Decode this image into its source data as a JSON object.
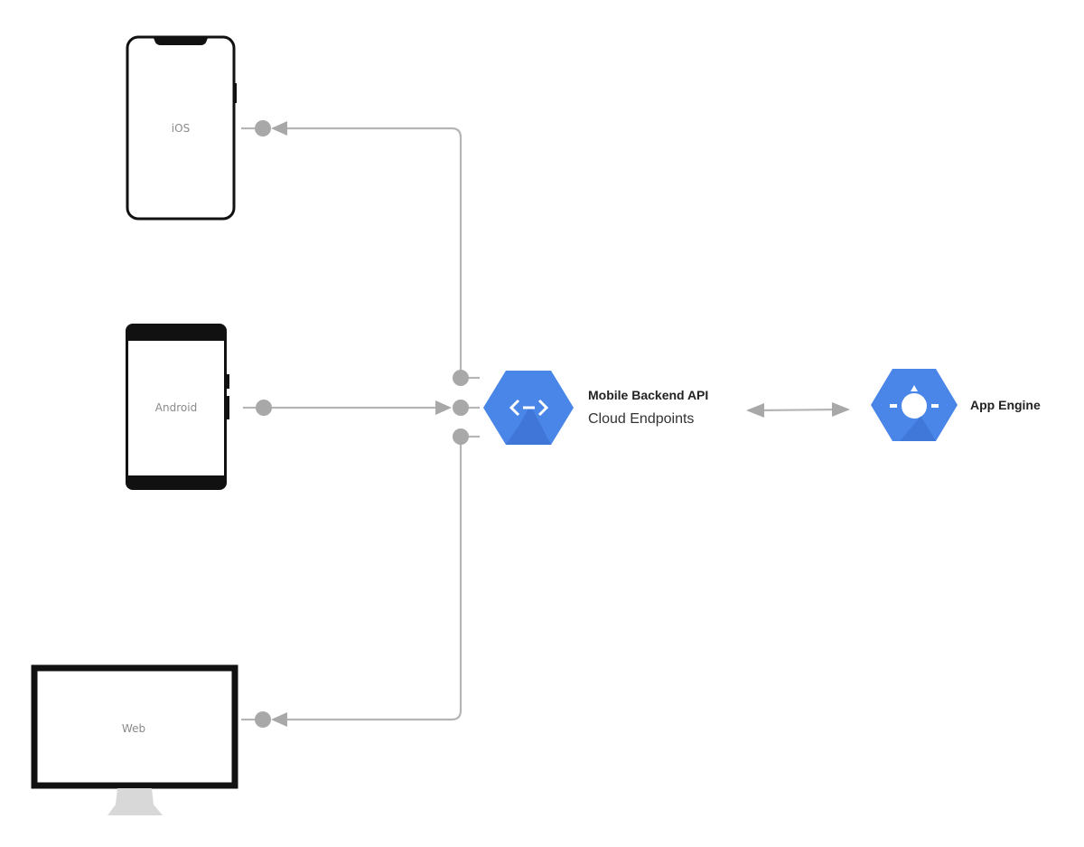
{
  "devices": {
    "ios": {
      "label": "iOS"
    },
    "android": {
      "label": "Android"
    },
    "web": {
      "label": "Web"
    }
  },
  "services": {
    "endpoints": {
      "title": "Mobile Backend API",
      "subtitle": "Cloud Endpoints",
      "icon": "cloud-endpoints-icon"
    },
    "app_engine": {
      "title": "App Engine",
      "icon": "app-engine-icon"
    }
  },
  "colors": {
    "gcp_blue": "#4a86e8",
    "gcp_blue_shadow": "#3a6fd0",
    "connector": "#b5b5b5",
    "connector_dot": "#a8a8a8",
    "device_outline": "#111111",
    "label_gray": "#8a8a8a"
  }
}
